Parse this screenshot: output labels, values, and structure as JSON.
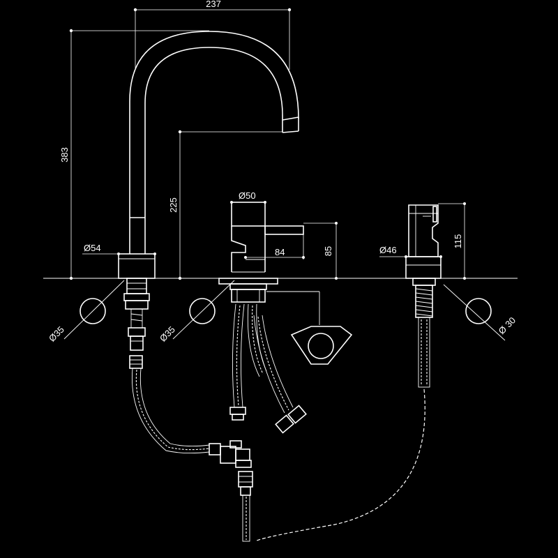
{
  "dimensions": {
    "spout_reach": "237",
    "spout_height": "383",
    "outlet_height": "225",
    "spout_base_dia": "Ø54",
    "mixer_body_dia": "Ø50",
    "lever_length": "84",
    "mixer_height": "85",
    "handset_dia": "Ø46",
    "handset_height": "115",
    "spout_hole_dia": "Ø35",
    "mixer_hole_dia": "Ø35",
    "handset_hole_dia": "Ø 30"
  },
  "colors": {
    "background": "#000000",
    "line": "#ffffff"
  }
}
